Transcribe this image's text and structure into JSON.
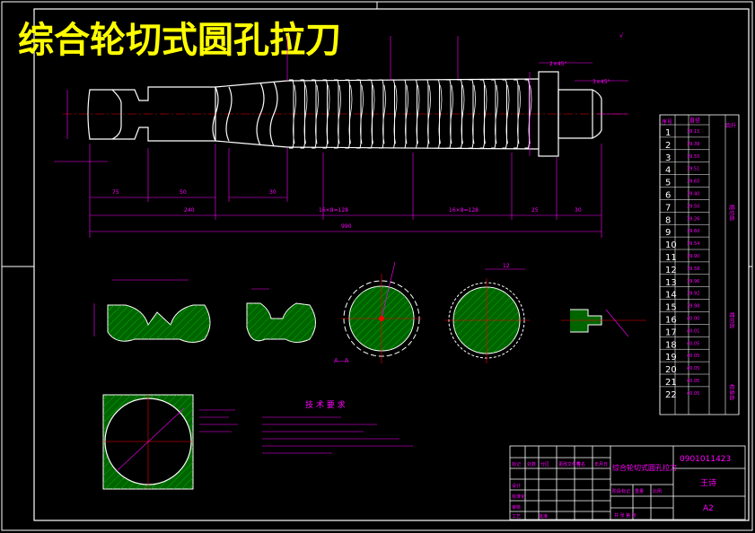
{
  "title": "综合轮切式圆孔拉刀",
  "tech_title": "技 术 要 求",
  "section_label": "A—A",
  "drawing_no": "0901011423",
  "part_name": "综合轮切式圆孔拉刀",
  "author": "王诗",
  "sheet_size": "A2",
  "chamfers": [
    "2×45°",
    "3×45°"
  ],
  "dims_bottom": [
    "240",
    "16×8=128",
    "16×8=128",
    "25",
    "30"
  ],
  "dims_small": [
    "75",
    "50",
    "30",
    "12"
  ],
  "total_length": "990",
  "tooth_table": {
    "header": [
      "序号",
      "直径",
      "齿升"
    ],
    "rows": [
      {
        "no": "1",
        "d": "39.15"
      },
      {
        "no": "2",
        "d": "39.39"
      },
      {
        "no": "3",
        "d": "39.55"
      },
      {
        "no": "4",
        "d": "39.51"
      },
      {
        "no": "5",
        "d": "39.65"
      },
      {
        "no": "6",
        "d": "39.40"
      },
      {
        "no": "7",
        "d": "39.50"
      },
      {
        "no": "8",
        "d": "39.26"
      },
      {
        "no": "9",
        "d": "39.60"
      },
      {
        "no": "10",
        "d": "39.54"
      },
      {
        "no": "11",
        "d": "39.90"
      },
      {
        "no": "12",
        "d": "39.58"
      },
      {
        "no": "13",
        "d": "39.96"
      },
      {
        "no": "14",
        "d": "39.92"
      },
      {
        "no": "15",
        "d": "39.98"
      },
      {
        "no": "16",
        "d": "40.00"
      },
      {
        "no": "17",
        "d": "40.01"
      },
      {
        "no": "18",
        "d": "40.05"
      },
      {
        "no": "19",
        "d": "40.05"
      },
      {
        "no": "20",
        "d": "40.05"
      },
      {
        "no": "21",
        "d": "40.05"
      },
      {
        "no": "22",
        "d": "40.05"
      }
    ],
    "groups": [
      "粗切齿",
      "精切齿",
      "校准齿"
    ]
  },
  "title_block": {
    "labels": [
      "标记",
      "处数",
      "分区",
      "更改文件号",
      "签名",
      "年月日",
      "设计",
      "标准化",
      "审核",
      "工艺",
      "批准",
      "阶段标记",
      "重量",
      "比例",
      "共 张 第 张"
    ]
  },
  "colors": {
    "outline": "#ffffff",
    "dimension": "#ff00ff",
    "title": "#ffff00",
    "hatch": "#00c000",
    "center": "#ff0000",
    "frame": "#ffffff"
  }
}
